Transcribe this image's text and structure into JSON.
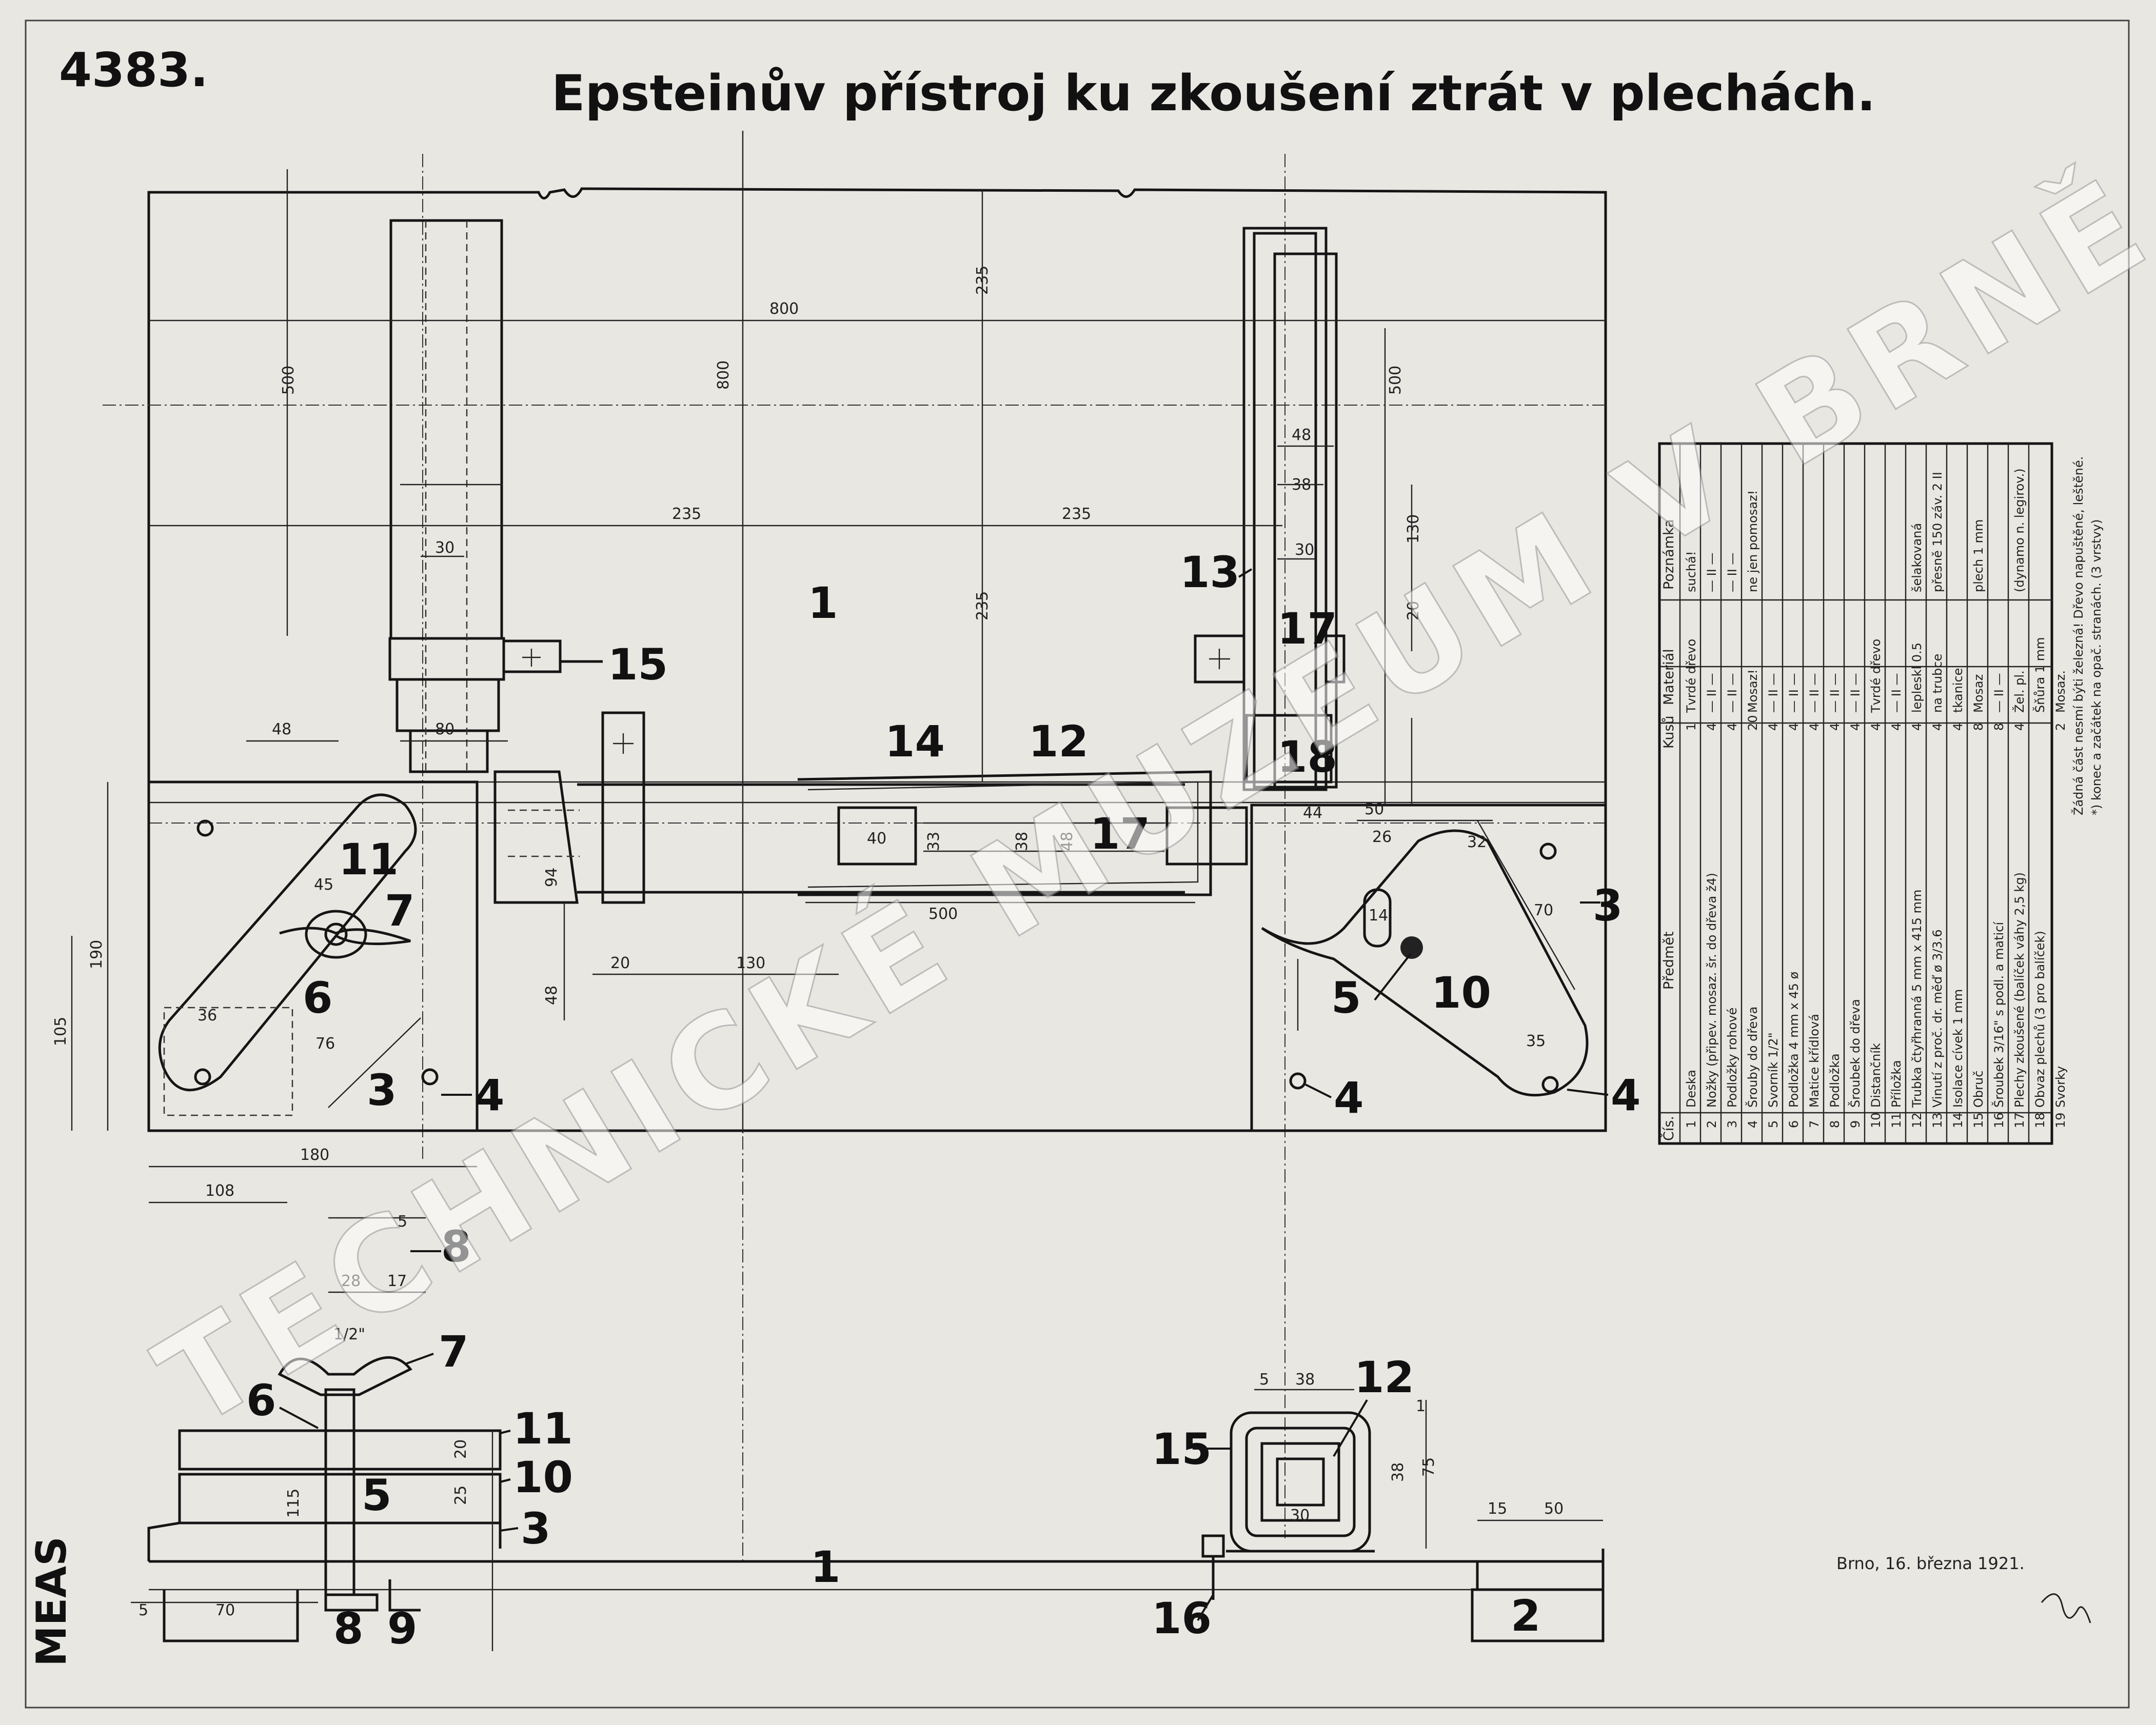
{
  "drawing_number": "4383.",
  "title": "Epsteinův přístroj ku zkoušení ztrát v plechách.",
  "footer": {
    "date": "Brno, 16. března 1921.",
    "signature": "Sole",
    "stamp": "MEAS"
  },
  "watermark": "TECHNICKÉ MUZEUM V BRNĚ",
  "dimensions": {
    "d800_h": "800",
    "d800_v": "800",
    "d500_left": "500",
    "d500_right": "500",
    "d235_top": "235",
    "d235_left": "235",
    "d235_right": "235",
    "d235_mid": "235",
    "d48_right": "48",
    "d38_right": "38",
    "d30_right": "30",
    "d130_right": "130",
    "d20_right": "20",
    "d30_leg": "30",
    "d48_left": "48",
    "d80": "80",
    "d40": "40",
    "d33": "33",
    "d38_bar": "38",
    "d48_bar": "48",
    "d500_bar": "500",
    "d94": "94",
    "d20_bar": "20",
    "d130_bar": "130",
    "d48_plate": "48",
    "d190": "190",
    "d105": "105",
    "d180": "180",
    "d108": "108",
    "d28": "28",
    "d17": "17",
    "d5_nut": "5",
    "d50": "50",
    "d26": "26",
    "d32": "32",
    "d70": "70",
    "d35": "35",
    "d76": "76",
    "d36": "36",
    "d45": "45",
    "d44": "44",
    "d14": "14",
    "d5": "5",
    "d38_sec": "38",
    "d1_sec": "1",
    "d75": "75",
    "d15": "15",
    "d50_foot": "50",
    "d115": "115",
    "d25": "25",
    "d20": "20",
    "d12": "1/2\"",
    "d70_foot": "70"
  },
  "parts": {
    "p1": "1",
    "p2": "2",
    "p3": "3",
    "p4": "4",
    "p5": "5",
    "p6": "6",
    "p7": "7",
    "p8": "8",
    "p9": "9",
    "p10": "10",
    "p11": "11",
    "p12": "12",
    "p13": "13",
    "p14": "14",
    "p15": "15",
    "p16": "16",
    "p17": "17",
    "p18": "18"
  },
  "parts_list": {
    "headers": [
      "Čís.",
      "Předmět",
      "Kusů",
      "Materiál",
      "Poznámka"
    ],
    "rows": [
      {
        "no": "1",
        "item": "Deska",
        "qty": "1",
        "material": "Tvrdé dřevo",
        "note": "suchá!"
      },
      {
        "no": "2",
        "item": "Nožky (připev. mosaz. šr. do dřeva ž4)",
        "qty": "4",
        "material": "— II —",
        "note": "— II —"
      },
      {
        "no": "3",
        "item": "Podložky rohové",
        "qty": "4",
        "material": "— II —",
        "note": "— II —"
      },
      {
        "no": "4",
        "item": "Šrouby do dřeva",
        "qty": "20",
        "material": "Mosaz!",
        "note": "ne jen pomosaz!"
      },
      {
        "no": "5",
        "item": "Svorník 1/2\"",
        "qty": "4",
        "material": "— II —",
        "note": ""
      },
      {
        "no": "6",
        "item": "Podložka 4 mm x 45 ø",
        "qty": "4",
        "material": "— II —",
        "note": ""
      },
      {
        "no": "7",
        "item": "Matice křídlová",
        "qty": "4",
        "material": "— II —",
        "note": ""
      },
      {
        "no": "8",
        "item": "Podložka",
        "qty": "4",
        "material": "— II —",
        "note": ""
      },
      {
        "no": "9",
        "item": "Šroubek do dřeva",
        "qty": "4",
        "material": "— II —",
        "note": ""
      },
      {
        "no": "10",
        "item": "Distančník",
        "qty": "4",
        "material": "Tvrdé dřevo",
        "note": ""
      },
      {
        "no": "11",
        "item": "Příložka",
        "qty": "4",
        "material": "— II —",
        "note": ""
      },
      {
        "no": "12",
        "item": "Trubka čtyřhranná 5 mm x 415 mm",
        "qty": "4",
        "material": "lepleskl 0.5",
        "note": "šelakovaná"
      },
      {
        "no": "13",
        "item": "Vinutí z proč. dr. měď ø 3/3.6",
        "qty": "4",
        "material": "na trubce",
        "note": "přesně 150 záv. 2 II"
      },
      {
        "no": "14",
        "item": "Isolace cívek 1 mm",
        "qty": "4",
        "material": "tkanice",
        "note": ""
      },
      {
        "no": "15",
        "item": "Obruč",
        "qty": "8",
        "material": "Mosaz",
        "note": "plech 1 mm"
      },
      {
        "no": "16",
        "item": "Šroubek 3/16\" s podl. a maticí",
        "qty": "8",
        "material": "— II —",
        "note": ""
      },
      {
        "no": "17",
        "item": "Plechy zkoušené (balíček váhy 2,5 kg)",
        "qty": "4",
        "material": "Žel. pl.",
        "note": "(dynamo n. legirov.)"
      },
      {
        "no": "18",
        "item": "Obvaz plechů (3 pro balíček)",
        "qty": "",
        "material": "Šňůra 1 mm",
        "note": ""
      },
      {
        "no": "19",
        "item": "Svorky",
        "qty": "2",
        "material": "Mosaz.",
        "note": ""
      }
    ],
    "footnote_1": "Žádná část nesmí býti železná! Dřevo napuštěné, leštěné.",
    "footnote_2": "*) konec a začátek na opač. stranách. (3 vrstvy)"
  }
}
